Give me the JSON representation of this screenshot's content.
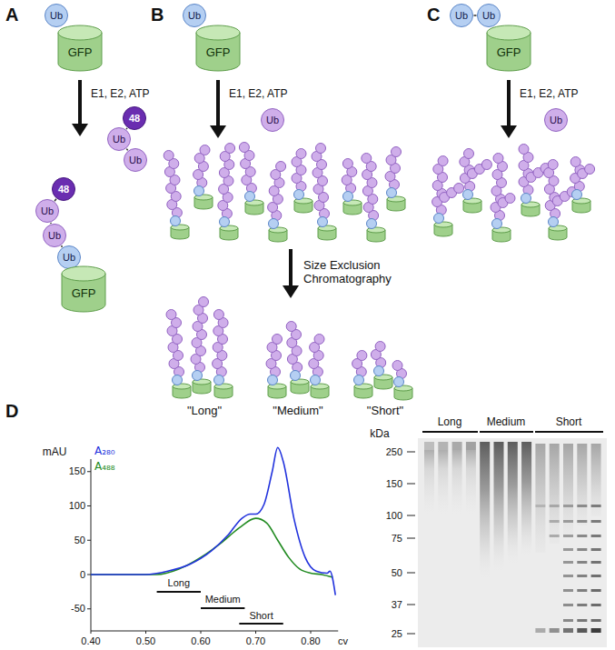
{
  "diagram": {
    "nodes": [
      {
        "text": [
          "Ub"
        ]
      },
      {
        "text": [
          "GFP"
        ]
      },
      {
        "text": [
          "48"
        ]
      },
      {
        "text": [
          "Ub"
        ]
      },
      {
        "text": [
          "Ub"
        ]
      },
      {
        "text": [
          "48"
        ]
      },
      {
        "text": [
          "Ub"
        ]
      },
      {
        "text": [
          "Ub"
        ]
      },
      {
        "text": [
          "Ub"
        ]
      },
      {
        "text": [
          "GFP"
        ]
      },
      {
        "text": [
          "Ub"
        ]
      },
      {
        "text": [
          "GFP"
        ]
      },
      {
        "text": [
          "Ub"
        ]
      },
      {
        "text": [
          "Ub"
        ]
      },
      {
        "text": [
          "Ub"
        ]
      },
      {
        "text": [
          "GFP"
        ]
      },
      {
        "text": [
          "Ub"
        ]
      }
    ],
    "edges": [
      {
        "from": 2,
        "to": 3,
        "arrow": "none"
      },
      {
        "from": 3,
        "to": 4,
        "arrow": "none"
      },
      {
        "from": 5,
        "to": 6,
        "arrow": "none"
      },
      {
        "from": 6,
        "to": 7,
        "arrow": "none"
      },
      {
        "from": 7,
        "to": 8,
        "arrow": "none"
      },
      {
        "from": 13,
        "to": 14,
        "arrow": "none"
      }
    ],
    "labels": [
      "A",
      "E1, E2, ATP",
      "B",
      "E1, E2, ATP",
      "Size Exclusion Chromatography",
      "\"Long\"",
      "\"Medium\"",
      "\"Short\"",
      "C",
      "E1, E2, ATP",
      "D",
      "mAU",
      "A₂₈₀",
      "A₄₈₈",
      "150",
      "100",
      "50",
      "0",
      "-50",
      "0.40",
      "0.50",
      "0.60",
      "0.70",
      "0.80",
      "cv",
      "Long",
      "Medium",
      "Short",
      "kDa",
      "250",
      "150",
      "100",
      "75",
      "50",
      "37",
      "25",
      "Long",
      "Medium",
      "Short"
    ]
  }
}
